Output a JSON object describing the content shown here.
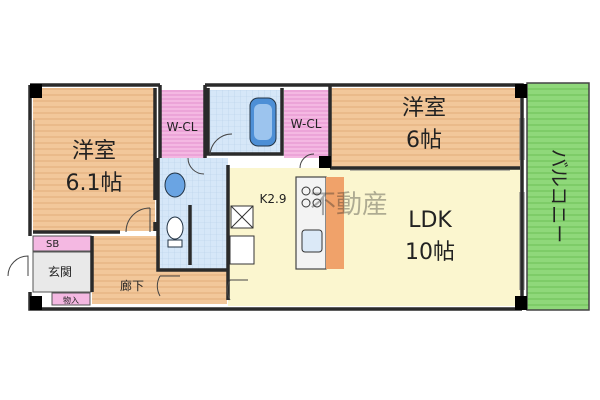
{
  "rooms": {
    "west_bedroom": {
      "name": "洋室",
      "size": "6.1帖"
    },
    "east_bedroom": {
      "name": "洋室",
      "size": "6帖"
    },
    "ldk": {
      "name": "LDK",
      "size": "10帖"
    },
    "kitchen": {
      "label": "K2.9"
    },
    "closet_left": {
      "label": "W-CL"
    },
    "closet_right": {
      "label": "W-CL"
    },
    "shoe_box": {
      "label": "SB"
    },
    "entrance": {
      "label": "玄関"
    },
    "hallway": {
      "label": "廊下"
    },
    "storage": {
      "label": "物入"
    },
    "balcony": {
      "label": "バルコニー"
    }
  },
  "watermark": "不動産",
  "colors": {
    "wood_floor": "#f2c79a",
    "ldk_floor": "#fbf6cf",
    "closet": "#f4b8e2",
    "wet_area": "#cfe2f6",
    "balcony": "#8fd87a",
    "wall": "#2a2a2a"
  }
}
